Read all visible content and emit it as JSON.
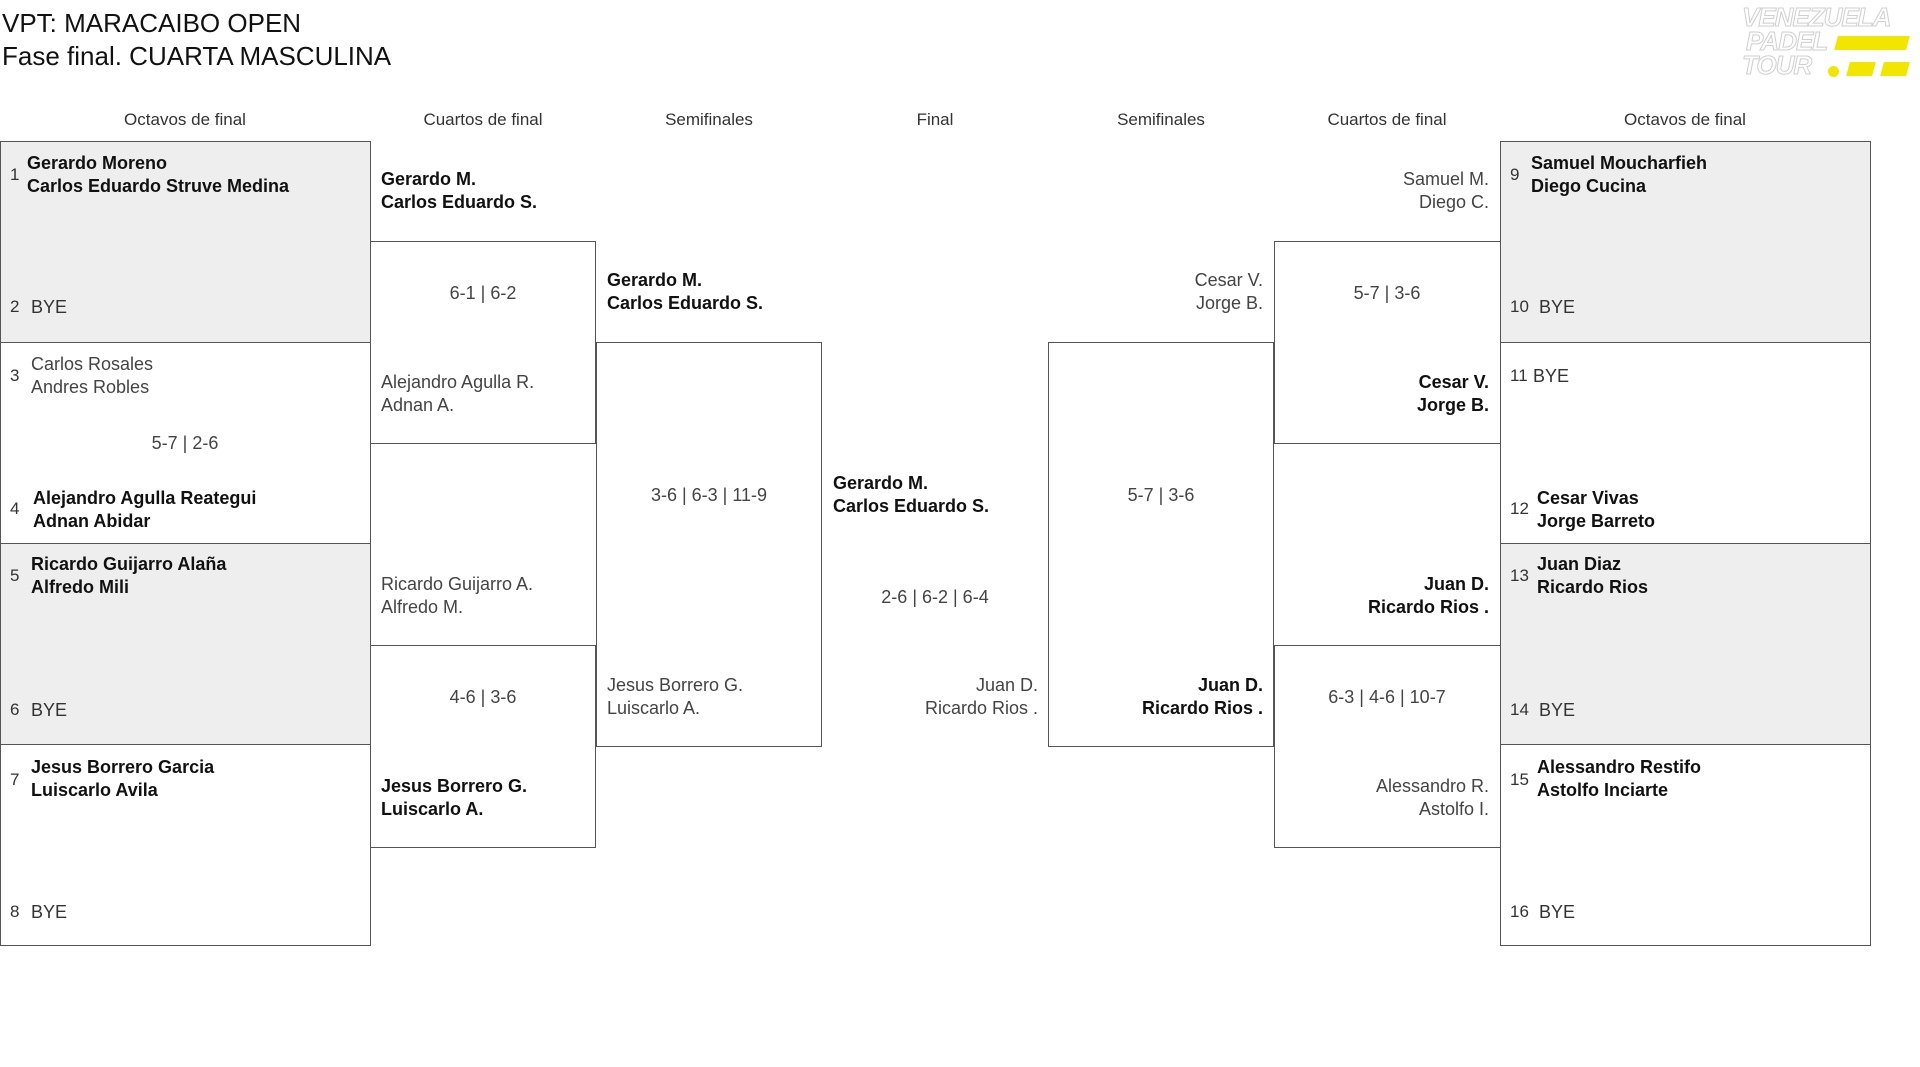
{
  "title": "VPT: MARACAIBO OPEN",
  "subtitle": "Fase final. CUARTA MASCULINA",
  "logo": {
    "line1": "VENEZUELA",
    "line2": "PADEL",
    "line3": "TOUR",
    "accent_color": "#f2e600"
  },
  "round_headers": {
    "left_r16": "Octavos de final",
    "left_qf": "Cuartos de final",
    "left_sf": "Semifinales",
    "final": "Final",
    "right_sf": "Semifinales",
    "right_qf": "Cuartos de final",
    "right_r16": "Octavos de final"
  },
  "r16": {
    "s1": {
      "seed": "1",
      "p1": "Gerardo Moreno",
      "p2": "Carlos Eduardo Struve Medina"
    },
    "s2": {
      "seed": "2",
      "p1": "BYE"
    },
    "s3": {
      "seed": "3",
      "p1": "Carlos Rosales",
      "p2": "Andres Robles"
    },
    "s4": {
      "seed": "4",
      "p1": "Alejandro Agulla Reategui",
      "p2": "Adnan Abidar"
    },
    "s5": {
      "seed": "5",
      "p1": "Ricardo Guijarro Alaña",
      "p2": "Alfredo Mili"
    },
    "s6": {
      "seed": "6",
      "p1": "BYE"
    },
    "s7": {
      "seed": "7",
      "p1": "Jesus Borrero Garcia",
      "p2": "Luiscarlo Avila"
    },
    "s8": {
      "seed": "8",
      "p1": "BYE"
    },
    "s9": {
      "seed": "9",
      "p1": "Samuel Moucharfieh",
      "p2": "Diego Cucina"
    },
    "s10": {
      "seed": "10",
      "p1": "BYE"
    },
    "s11": {
      "seed": "11",
      "p1": "BYE"
    },
    "s12": {
      "seed": "12",
      "p1": "Cesar Vivas",
      "p2": "Jorge Barreto"
    },
    "s13": {
      "seed": "13",
      "p1": "Juan Diaz",
      "p2": "Ricardo Rios"
    },
    "s14": {
      "seed": "14",
      "p1": "BYE"
    },
    "s15": {
      "seed": "15",
      "p1": "Alessandro Restifo",
      "p2": "Astolfo Inciarte"
    },
    "s16": {
      "seed": "16",
      "p1": "BYE"
    },
    "score_3_4": "5-7 | 2-6"
  },
  "qf_left": {
    "a": {
      "p1": "Gerardo M.",
      "p2": "Carlos Eduardo S."
    },
    "b": {
      "p1": "Alejandro Agulla R.",
      "p2": "Adnan A."
    },
    "c": {
      "p1": "Ricardo Guijarro A.",
      "p2": "Alfredo M."
    },
    "d": {
      "p1": "Jesus Borrero G.",
      "p2": "Luiscarlo A."
    },
    "score_top": "6-1 | 6-2",
    "score_bottom": "4-6 | 3-6"
  },
  "sf_left": {
    "a": {
      "p1": "Gerardo M.",
      "p2": "Carlos Eduardo S."
    },
    "b": {
      "p1": "Jesus Borrero G.",
      "p2": "Luiscarlo A."
    },
    "score": "3-6 | 6-3 | 11-9"
  },
  "final": {
    "a": {
      "p1": "Gerardo M.",
      "p2": "Carlos Eduardo S."
    },
    "b": {
      "p1": "Juan D.",
      "p2": "Ricardo Rios ."
    },
    "score": "2-6 | 6-2 | 6-4"
  },
  "sf_right": {
    "a": {
      "p1": "Cesar V.",
      "p2": "Jorge B."
    },
    "b": {
      "p1": "Juan D.",
      "p2": "Ricardo Rios ."
    },
    "score": "5-7 | 3-6"
  },
  "qf_right": {
    "a": {
      "p1": "Samuel M.",
      "p2": "Diego C."
    },
    "b": {
      "p1": "Cesar V.",
      "p2": "Jorge B."
    },
    "c": {
      "p1": "Juan D.",
      "p2": "Ricardo Rios ."
    },
    "d": {
      "p1": "Alessandro R.",
      "p2": "Astolfo I."
    },
    "score_top": "5-7 | 3-6",
    "score_bottom": "6-3 | 4-6 | 10-7"
  }
}
